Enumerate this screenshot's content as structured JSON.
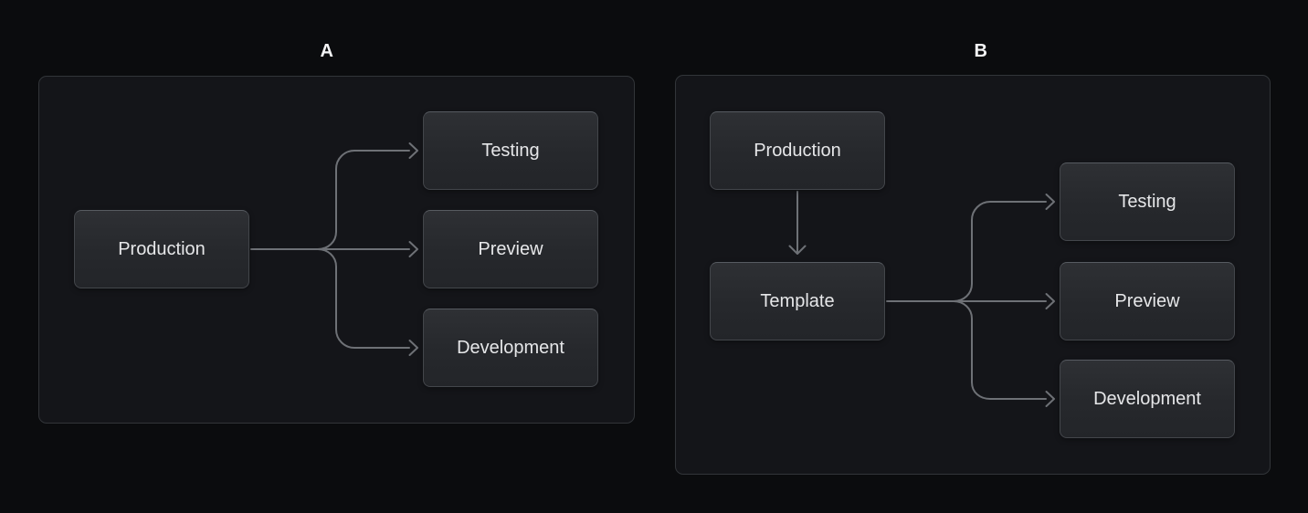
{
  "diagram_a": {
    "title": "A",
    "nodes": {
      "production": {
        "label": "Production"
      },
      "testing": {
        "label": "Testing"
      },
      "preview": {
        "label": "Preview"
      },
      "development": {
        "label": "Development"
      }
    },
    "edges": [
      {
        "from": "production",
        "to": "testing"
      },
      {
        "from": "production",
        "to": "preview"
      },
      {
        "from": "production",
        "to": "development"
      }
    ]
  },
  "diagram_b": {
    "title": "B",
    "nodes": {
      "production": {
        "label": "Production"
      },
      "template": {
        "label": "Template"
      },
      "testing": {
        "label": "Testing"
      },
      "preview": {
        "label": "Preview"
      },
      "development": {
        "label": "Development"
      }
    },
    "edges": [
      {
        "from": "production",
        "to": "template"
      },
      {
        "from": "template",
        "to": "testing"
      },
      {
        "from": "template",
        "to": "preview"
      },
      {
        "from": "template",
        "to": "development"
      }
    ]
  },
  "colors": {
    "page_background": "#0b0c0e",
    "panel_background": "#141519",
    "panel_border": "#323539",
    "node_fill_top": "#2e3034",
    "node_fill_bottom": "#232529",
    "node_border": "#43464b",
    "node_border_top_highlight": "#575b61",
    "node_text": "#e6e7e9",
    "edge_line": "#6e7176",
    "title_text": "#f4f5f6"
  }
}
